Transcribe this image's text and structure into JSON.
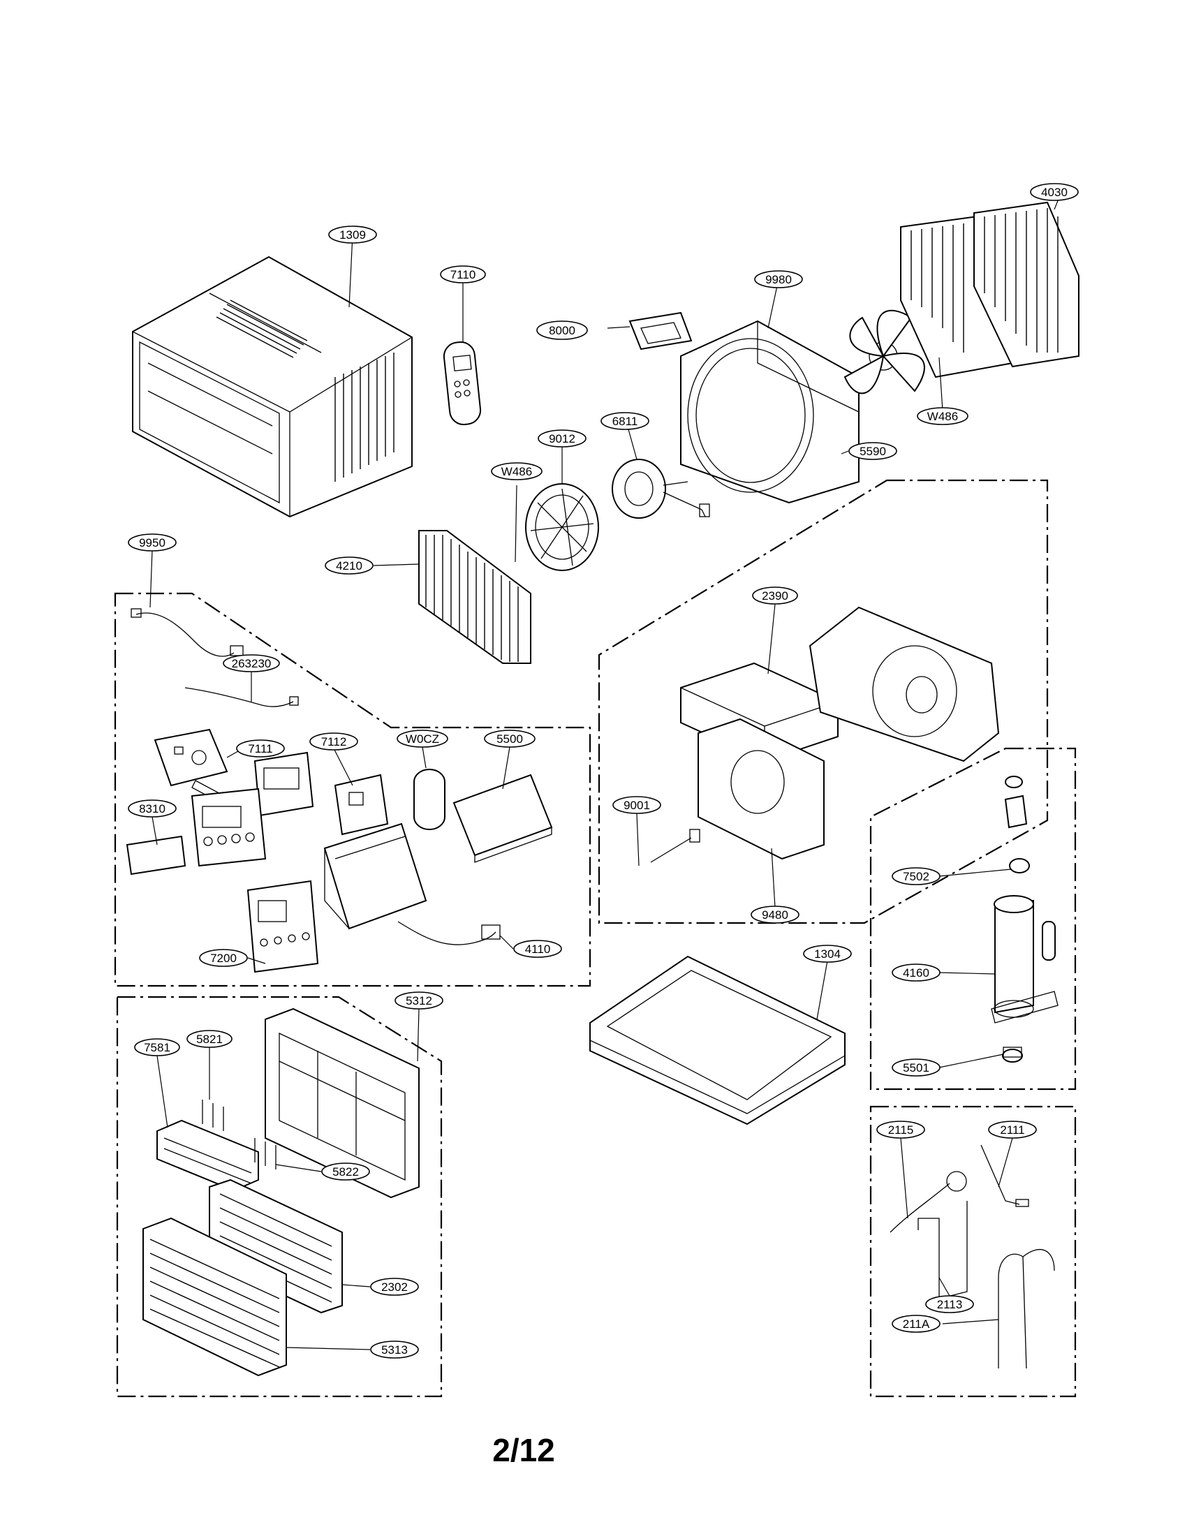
{
  "page": {
    "number": "2/12"
  },
  "labels": [
    {
      "id": "1309",
      "text": "1309"
    },
    {
      "id": "7110",
      "text": "7110"
    },
    {
      "id": "8000",
      "text": "8000"
    },
    {
      "id": "9980",
      "text": "9980"
    },
    {
      "id": "4030",
      "text": "4030"
    },
    {
      "id": "W486a",
      "text": "W486"
    },
    {
      "id": "5590",
      "text": "5590"
    },
    {
      "id": "9012",
      "text": "9012"
    },
    {
      "id": "6811",
      "text": "6811"
    },
    {
      "id": "W486b",
      "text": "W486"
    },
    {
      "id": "9950",
      "text": "9950"
    },
    {
      "id": "4210",
      "text": "4210"
    },
    {
      "id": "263230",
      "text": "263230"
    },
    {
      "id": "2390",
      "text": "2390"
    },
    {
      "id": "7111",
      "text": "7111"
    },
    {
      "id": "7112",
      "text": "7112"
    },
    {
      "id": "W0CZ",
      "text": "W0CZ"
    },
    {
      "id": "5500",
      "text": "5500"
    },
    {
      "id": "8310",
      "text": "8310"
    },
    {
      "id": "9001",
      "text": "9001"
    },
    {
      "id": "7502",
      "text": "7502"
    },
    {
      "id": "9480",
      "text": "9480"
    },
    {
      "id": "7200",
      "text": "7200"
    },
    {
      "id": "4110",
      "text": "4110"
    },
    {
      "id": "1304",
      "text": "1304"
    },
    {
      "id": "4160",
      "text": "4160"
    },
    {
      "id": "5312",
      "text": "5312"
    },
    {
      "id": "5821",
      "text": "5821"
    },
    {
      "id": "7581",
      "text": "7581"
    },
    {
      "id": "5501",
      "text": "5501"
    },
    {
      "id": "5822",
      "text": "5822"
    },
    {
      "id": "2115",
      "text": "2115"
    },
    {
      "id": "2111",
      "text": "2111"
    },
    {
      "id": "2302",
      "text": "2302"
    },
    {
      "id": "2113",
      "text": "2113"
    },
    {
      "id": "5313",
      "text": "5313"
    },
    {
      "id": "211A",
      "text": "211A"
    }
  ]
}
